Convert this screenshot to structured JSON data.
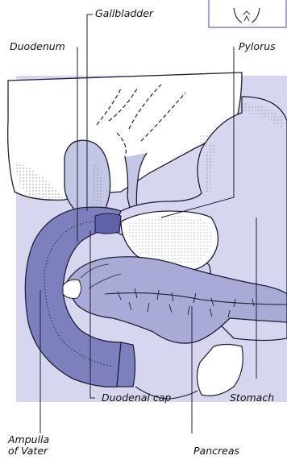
{
  "labels": {
    "gallbladder": "Gallbladder",
    "duodenum": "Duodenum",
    "pylorus": "Pylorus",
    "duodenal_cap": "Duodenal cap",
    "stomach": "Stomach",
    "ampulla_line1": "Ampulla",
    "ampulla_line2": "of Vater",
    "pancreas": "Pancreas"
  },
  "colors": {
    "organ_fill": "#d6d7ee",
    "duodenum_fill": "#7d80bd",
    "pancreas_fill": "#a9abd6",
    "outline": "#1e1f3a",
    "inset_border": "#9fa3cf"
  }
}
